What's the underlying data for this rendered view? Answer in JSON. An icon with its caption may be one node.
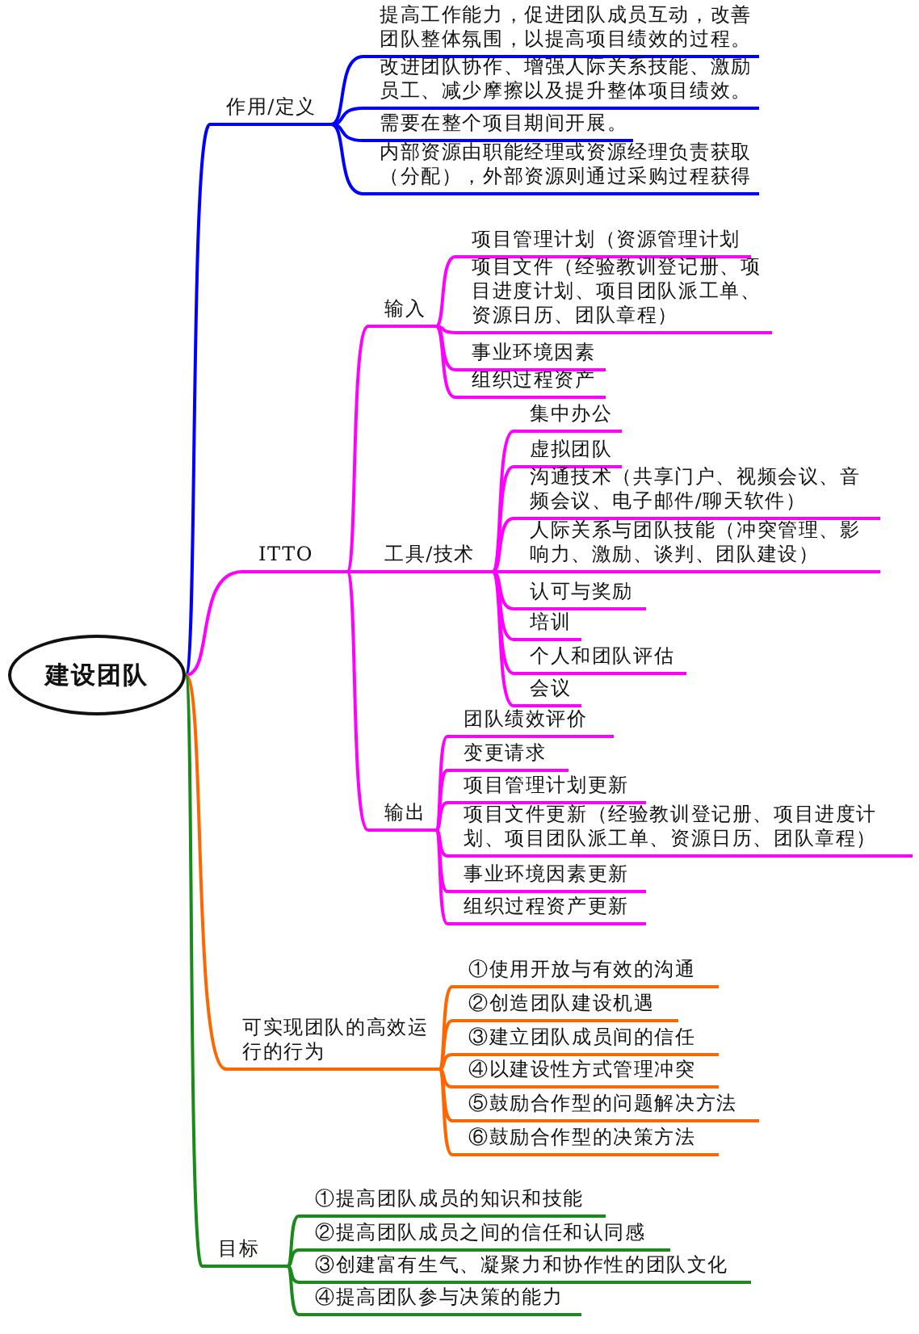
{
  "diagram": {
    "nodes": [
      {
        "text": [
          "建设团队"
        ]
      },
      {
        "text": [
          "作用/定义"
        ]
      },
      {
        "text": [
          "提高工作能力，促进团队成员互动，改善团队整体氛围，以提高项目绩效的过程。"
        ]
      },
      {
        "text": [
          "改进团队协作、增强人际关系技能、激励员工、减少摩擦以及提升整体项目绩效。"
        ]
      },
      {
        "text": [
          "需要在整个项目期间开展。"
        ]
      },
      {
        "text": [
          "内部资源由职能经理或资源经理负责获取（分配），外部资源则通过采购过程获得"
        ]
      },
      {
        "text": [
          "ITTO"
        ]
      },
      {
        "text": [
          "输入"
        ]
      },
      {
        "text": [
          "项目管理计划（资源管理计划"
        ]
      },
      {
        "text": [
          "项目文件（经验教训登记册、项目进度计划、项目团队派工单、资源日历、团队章程）"
        ]
      },
      {
        "text": [
          "事业环境因素"
        ]
      },
      {
        "text": [
          "组织过程资产"
        ]
      },
      {
        "text": [
          "工具/技术"
        ]
      },
      {
        "text": [
          "集中办公"
        ]
      },
      {
        "text": [
          "虚拟团队"
        ]
      },
      {
        "text": [
          "沟通技术（共享门户、视频会议、音频会议、电子邮件/聊天软件）"
        ]
      },
      {
        "text": [
          "人际关系与团队技能（冲突管理、影响力、激励、谈判、团队建设）"
        ]
      },
      {
        "text": [
          "认可与奖励"
        ]
      },
      {
        "text": [
          "培训"
        ]
      },
      {
        "text": [
          "个人和团队评估"
        ]
      },
      {
        "text": [
          "会议"
        ]
      },
      {
        "text": [
          "输出"
        ]
      },
      {
        "text": [
          "团队绩效评价"
        ]
      },
      {
        "text": [
          "变更请求"
        ]
      },
      {
        "text": [
          "项目管理计划更新"
        ]
      },
      {
        "text": [
          "项目文件更新（经验教训登记册、项目进度计划、项目团队派工单、资源日历、团队章程）"
        ]
      },
      {
        "text": [
          "事业环境因素更新"
        ]
      },
      {
        "text": [
          "组织过程资产更新"
        ]
      },
      {
        "text": [
          "可实现团队的高效运行的行为"
        ]
      },
      {
        "text": [
          "①使用开放与有效的沟通"
        ]
      },
      {
        "text": [
          "②创造团队建设机遇"
        ]
      },
      {
        "text": [
          "③建立团队成员间的信任"
        ]
      },
      {
        "text": [
          "④以建设性方式管理冲突"
        ]
      },
      {
        "text": [
          "⑤鼓励合作型的问题解决方法"
        ]
      },
      {
        "text": [
          "⑥鼓励合作型的决策方法"
        ]
      },
      {
        "text": [
          "目标"
        ]
      },
      {
        "text": [
          "①提高团队成员的知识和技能"
        ]
      },
      {
        "text": [
          "②提高团队成员之间的信任和认同感"
        ]
      },
      {
        "text": [
          "③创建富有生气、凝聚力和协作性的团队文化"
        ]
      },
      {
        "text": [
          "④提高团队参与决策的能力"
        ]
      }
    ],
    "edges": [
      {
        "from": 0,
        "to": 1,
        "arrow": "none",
        "color": "#0000ff"
      },
      {
        "from": 1,
        "to": 2,
        "arrow": "none",
        "color": "#0000ff"
      },
      {
        "from": 1,
        "to": 3,
        "arrow": "none",
        "color": "#0000ff"
      },
      {
        "from": 1,
        "to": 4,
        "arrow": "none",
        "color": "#0000ff"
      },
      {
        "from": 1,
        "to": 5,
        "arrow": "none",
        "color": "#0000ff"
      },
      {
        "from": 0,
        "to": 6,
        "arrow": "none"
      },
      {
        "from": 6,
        "to": 7,
        "arrow": "none"
      },
      {
        "from": 7,
        "to": 8,
        "arrow": "none"
      },
      {
        "from": 7,
        "to": 9,
        "arrow": "none"
      },
      {
        "from": 7,
        "to": 10,
        "arrow": "none"
      },
      {
        "from": 7,
        "to": 11,
        "arrow": "none"
      },
      {
        "from": 6,
        "to": 12,
        "arrow": "none"
      },
      {
        "from": 12,
        "to": 13,
        "arrow": "none"
      },
      {
        "from": 12,
        "to": 14,
        "arrow": "none"
      },
      {
        "from": 12,
        "to": 15,
        "arrow": "none"
      },
      {
        "from": 12,
        "to": 16,
        "arrow": "none"
      },
      {
        "from": 12,
        "to": 17,
        "arrow": "none"
      },
      {
        "from": 12,
        "to": 18,
        "arrow": "none"
      },
      {
        "from": 12,
        "to": 19,
        "arrow": "none"
      },
      {
        "from": 12,
        "to": 20,
        "arrow": "none"
      },
      {
        "from": 6,
        "to": 21,
        "arrow": "none"
      },
      {
        "from": 21,
        "to": 22,
        "arrow": "none"
      },
      {
        "from": 21,
        "to": 23,
        "arrow": "none"
      },
      {
        "from": 21,
        "to": 24,
        "arrow": "none"
      },
      {
        "from": 21,
        "to": 25,
        "arrow": "none"
      },
      {
        "from": 21,
        "to": 26,
        "arrow": "none"
      },
      {
        "from": 21,
        "to": 27,
        "arrow": "none"
      },
      {
        "from": 0,
        "to": 28,
        "arrow": "none",
        "color": "#ff6600"
      },
      {
        "from": 28,
        "to": 29,
        "arrow": "none",
        "color": "#ff6600"
      },
      {
        "from": 28,
        "to": 30,
        "arrow": "none",
        "color": "#ff6600"
      },
      {
        "from": 28,
        "to": 31,
        "arrow": "none",
        "color": "#ff6600"
      },
      {
        "from": 28,
        "to": 32,
        "arrow": "none",
        "color": "#ff6600"
      },
      {
        "from": 28,
        "to": 33,
        "arrow": "none",
        "color": "#ff6600"
      },
      {
        "from": 28,
        "to": 34,
        "arrow": "none",
        "color": "#ff6600"
      },
      {
        "from": 0,
        "to": 35,
        "arrow": "none",
        "color": "#1a8a1a"
      },
      {
        "from": 35,
        "to": 36,
        "arrow": "none",
        "color": "#1a8a1a"
      },
      {
        "from": 35,
        "to": 37,
        "arrow": "none",
        "color": "#1a8a1a"
      },
      {
        "from": 35,
        "to": 38,
        "arrow": "none",
        "color": "#1a8a1a"
      },
      {
        "from": 35,
        "to": 39,
        "arrow": "none",
        "color": "#1a8a1a"
      }
    ]
  }
}
